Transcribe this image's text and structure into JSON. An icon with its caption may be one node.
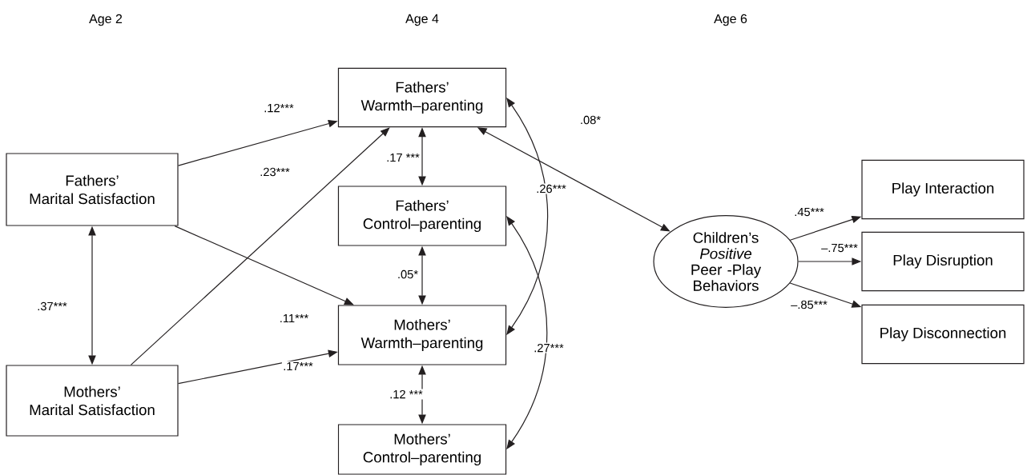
{
  "diagram": {
    "nodes": [
      {
        "text": [
          "Fathers’",
          "Marital Satisfaction"
        ]
      },
      {
        "text": [
          "Mothers’",
          "Marital Satisfaction"
        ]
      },
      {
        "text": [
          "Fathers’",
          "Warmth–parenting"
        ]
      },
      {
        "text": [
          "Fathers’",
          "Control–parenting"
        ]
      },
      {
        "text": [
          "Mothers’",
          "Warmth–parenting"
        ]
      },
      {
        "text": [
          "Mothers’",
          "Control–parenting"
        ]
      },
      {
        "text": [
          "Children’s *Positive* Peer -Play Behaviors"
        ]
      },
      {
        "text": [
          "Play Interaction"
        ]
      },
      {
        "text": [
          "Play Disruption"
        ]
      },
      {
        "text": [
          "Play Disconnection"
        ]
      }
    ],
    "edges": [
      {
        "from": 0,
        "to": 2,
        "arrow": "to",
        "label": ".12***"
      },
      {
        "from": 1,
        "to": 2,
        "arrow": "to",
        "label": ".23***"
      },
      {
        "from": 0,
        "to": 4,
        "arrow": "to",
        "label": ".11***"
      },
      {
        "from": 1,
        "to": 4,
        "arrow": "to",
        "label": ".17***"
      },
      {
        "from": 0,
        "to": 1,
        "arrow": "both",
        "label": ".37***"
      },
      {
        "from": 2,
        "to": 3,
        "arrow": "both",
        "label": ".17 ***"
      },
      {
        "from": 3,
        "to": 4,
        "arrow": "both",
        "label": ".05*"
      },
      {
        "from": 4,
        "to": 5,
        "arrow": "both",
        "label": ".12 ***"
      },
      {
        "from": 2,
        "to": 4,
        "arrow": "both",
        "label": ".26***"
      },
      {
        "from": 3,
        "to": 5,
        "arrow": "both",
        "label": ".27***"
      },
      {
        "from": 2,
        "to": 6,
        "arrow": "both",
        "label": ".08*"
      },
      {
        "from": 6,
        "to": 7,
        "arrow": "to",
        "label": ".45***"
      },
      {
        "from": 6,
        "to": 8,
        "arrow": "to",
        "label": "–.75***"
      },
      {
        "from": 6,
        "to": 9,
        "arrow": "to",
        "label": "–.85***"
      }
    ],
    "labels": [
      "Age 2",
      "Age 4",
      "Age 6"
    ]
  }
}
